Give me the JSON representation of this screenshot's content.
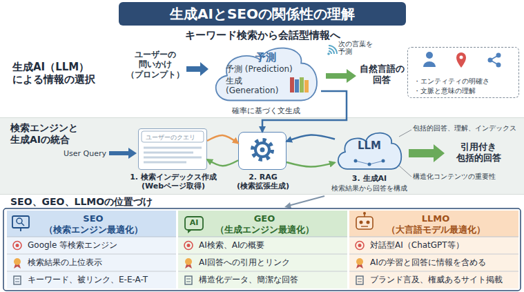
{
  "diagram": {
    "title": "生成AIとSEOの関係性の理解",
    "nodes": [
      {
        "text": [
          "予測",
          "予測 (Prediction)",
          "生成 (Generation)",
          "確率に基づく文生成"
        ]
      },
      {
        "text": [
          "・エンティティの明確さ",
          "・文脈と意味の理解"
        ]
      },
      {
        "text": [
          "検索エンジンと 生成AIの統合"
        ]
      },
      {
        "text": [
          "ユーザーのクエリ",
          "1. 検索インデックス作成 (Webページ取得)"
        ],
        "in": 2
      },
      {
        "text": [
          "2. RAG (検索拡張生成)"
        ],
        "in": 2
      },
      {
        "text": [
          "LLM",
          "3. 生成AI",
          "検索結果から回答を構成"
        ],
        "in": 2
      },
      {
        "text": [
          "SEO （検索エンジン最適化）",
          "Google 等検索エンジン",
          "検索結果の上位表示",
          "キーワード、被リンク、E-E-A-T"
        ]
      },
      {
        "text": [
          "GEO （生成エンジン最適化）",
          "AI検索、AIの概要",
          "AI回答への引用とリンク",
          "構造化データ、簡潔な回答"
        ]
      },
      {
        "text": [
          "LLMO （大言語モデル最適化）",
          "対話型AI（ChatGPT等）",
          "AIの学習と回答に情報を含める",
          "ブランド言及、権威あるサイト掲載"
        ]
      }
    ],
    "edges": [
      {
        "from": 0,
        "to": 4,
        "arrow": "to"
      },
      {
        "from": 3,
        "to": 4,
        "arrow": "to"
      },
      {
        "from": 4,
        "to": 3,
        "arrow": "to"
      },
      {
        "from": 5,
        "to": 4,
        "arrow": "to"
      },
      {
        "from": 4,
        "to": 5,
        "arrow": "to"
      }
    ],
    "labels": [
      "キーワード検索から会話型情報へ",
      "生成AI（LLM） による情報の選択",
      "ユーザーの 問いかけ （プロンプト）",
      "次の言葉を 予測",
      "自然言語の 回答",
      "User Query",
      "包括的回答、理解、インデックス",
      "引用付き 包括的回答",
      "構造化コンテンツの重要性",
      "SEO、GEO、LLMOの位置づけ",
      "AI"
    ]
  }
}
